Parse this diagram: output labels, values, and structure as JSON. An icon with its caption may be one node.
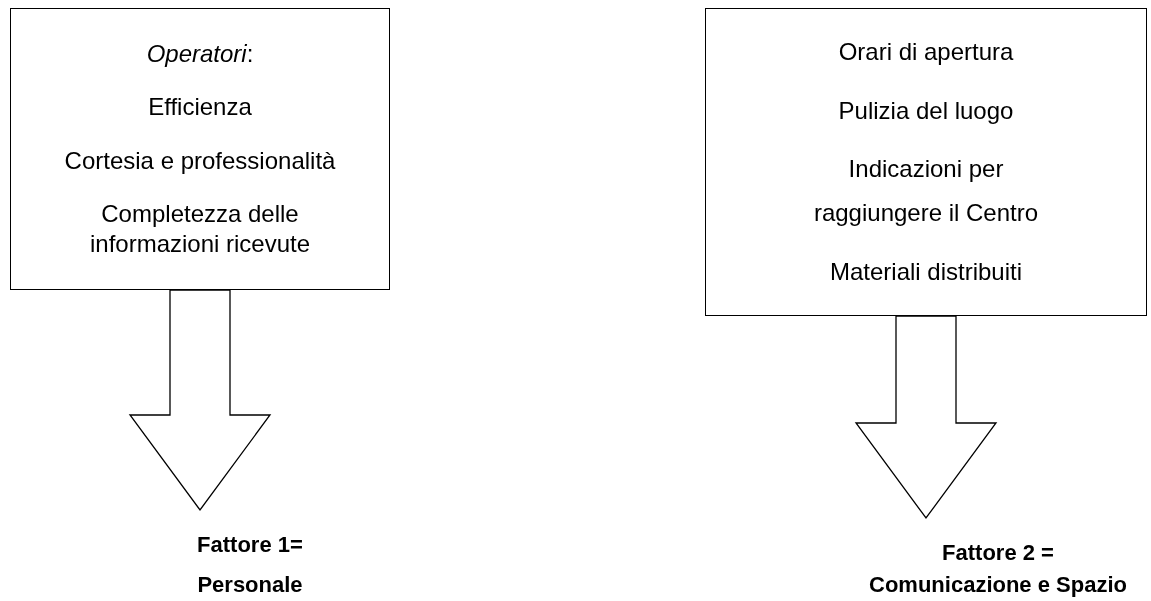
{
  "diagram": {
    "nodes": [
      {
        "text": [
          "*Operatori*:",
          "Efficienza",
          "Cortesia e professionalità",
          "Completezza delle informazioni ricevute"
        ]
      },
      {
        "text": [
          "Fattore 1=",
          "Personale"
        ]
      },
      {
        "text": [
          "Orari di apertura",
          "Pulizia del luogo",
          "Indicazioni per raggiungere il Centro",
          "Materiali distribuiti"
        ]
      },
      {
        "text": [
          "Fattore 2 =",
          "Comunicazione e Spazio"
        ]
      }
    ],
    "edges": [
      {
        "from": 0,
        "to": 1,
        "arrow": "to"
      },
      {
        "from": 2,
        "to": 3,
        "arrow": "to"
      }
    ]
  }
}
